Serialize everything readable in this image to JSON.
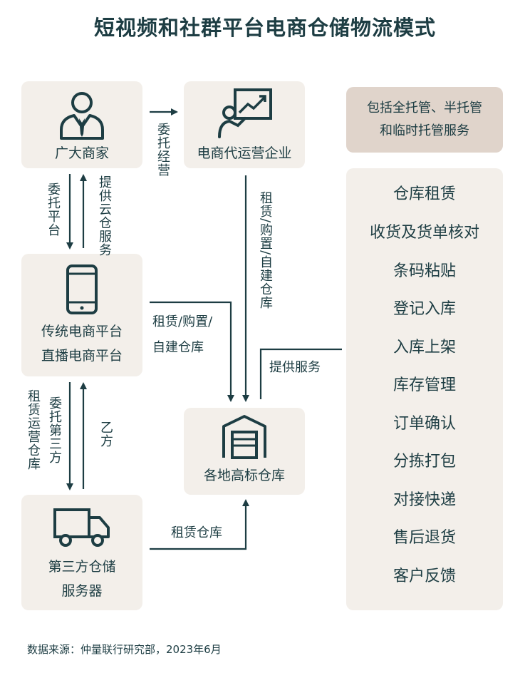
{
  "title": "短视频和社群平台电商仓储物流模式",
  "nodes": {
    "merchants": "广大商家",
    "operator": "电商代运营企业",
    "platform_line1": "传统电商平台",
    "platform_line2": "直播电商平台",
    "warehouse": "各地高标仓库",
    "third_party_line1": "第三方仓储",
    "third_party_line2": "服务器"
  },
  "edges": {
    "entrust_operation": "委托经营",
    "entrust_platform": "委托平台",
    "provide_cloud": "提供云仓服务",
    "operator_lease": "租赁/购置/自建仓库",
    "platform_lease_line1": "租赁/购置/",
    "platform_lease_line2": "自建仓库",
    "provide_service": "提供服务",
    "lease_ops": "租赁运营仓库",
    "entrust_third": "委托第三方",
    "party_b": "乙方",
    "lease_warehouse": "租赁仓库"
  },
  "tag": {
    "line1": "包括全托管、半托管",
    "line2": "和临时托管服务"
  },
  "services": [
    "仓库租赁",
    "收货及货单核对",
    "条码粘贴",
    "登记入库",
    "入库上架",
    "库存管理",
    "订单确认",
    "分拣打包",
    "对接快递",
    "售后退货",
    "客户反馈"
  ],
  "source": "数据来源：仲量联行研究部，2023年6月",
  "colors": {
    "primary": "#1d3d43",
    "box_bg": "#f3efea",
    "tag_bg": "#e0d4cb"
  }
}
